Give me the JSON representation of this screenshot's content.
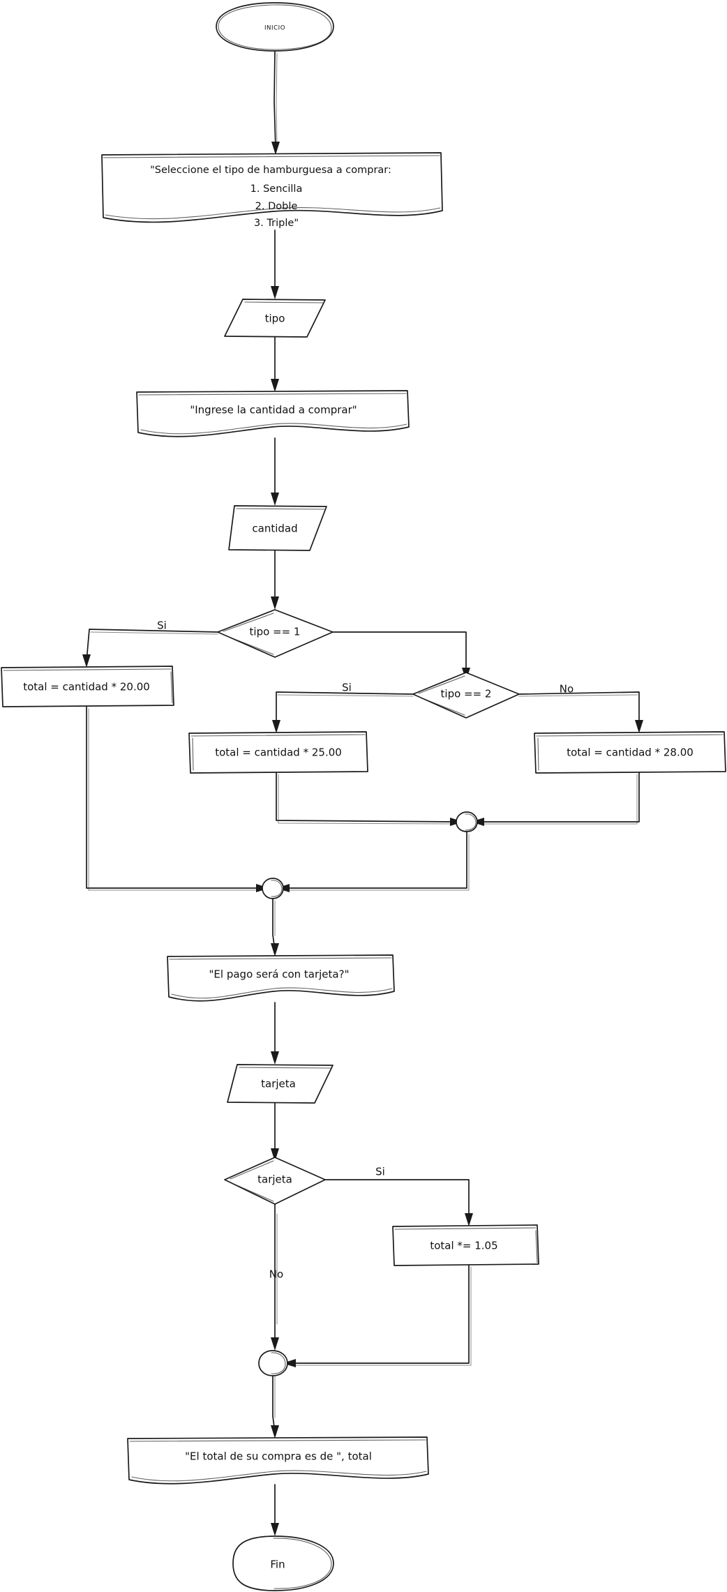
{
  "diagram": {
    "title": "Flowchart - compra de hamburguesas",
    "style": "hand-drawn sketch",
    "colors": {
      "background": "#ffffff",
      "stroke": "#1a1a1a",
      "text": "#111111"
    }
  },
  "nodes": {
    "start": {
      "label": "INICIO",
      "type": "terminator"
    },
    "menu_output": {
      "type": "output",
      "line1": "\"Seleccione el tipo de hamburguesa a comprar:",
      "line2": "1. Sencilla",
      "line3": "2. Doble",
      "line4": "3. Triple\""
    },
    "input_tipo": {
      "label": "tipo",
      "type": "input"
    },
    "prompt_cantidad": {
      "label": "\"Ingrese la cantidad a comprar\"",
      "type": "output"
    },
    "input_cantidad": {
      "label": "cantidad",
      "type": "input"
    },
    "decision_tipo1": {
      "label": "tipo == 1",
      "type": "decision"
    },
    "decision_tipo2": {
      "label": "tipo == 2",
      "type": "decision"
    },
    "total_20": {
      "label": "total = cantidad * 20.00",
      "type": "process"
    },
    "total_25": {
      "label": "total = cantidad * 25.00",
      "type": "process"
    },
    "total_28": {
      "label": "total = cantidad * 28.00",
      "type": "process"
    },
    "merge_inner": {
      "label": "",
      "type": "connector"
    },
    "merge_outer": {
      "label": "",
      "type": "connector"
    },
    "prompt_tarjeta": {
      "label": "\"El pago será con tarjeta?\"",
      "type": "output"
    },
    "input_tarjeta": {
      "label": "tarjeta",
      "type": "input"
    },
    "decision_tarjeta": {
      "label": "tarjeta",
      "type": "decision"
    },
    "total_recargo": {
      "label": "total *= 1.05",
      "type": "process"
    },
    "merge_tarjeta": {
      "label": "",
      "type": "connector"
    },
    "final_output": {
      "label": "\"El total de su compra es de \", total",
      "type": "output"
    },
    "end": {
      "label": "Fin",
      "type": "terminator"
    }
  },
  "edge_labels": {
    "tipo1_si": "Si",
    "tipo2_si": "Si",
    "tipo2_no": "No",
    "tarjeta_si": "Si",
    "tarjeta_no": "No"
  }
}
